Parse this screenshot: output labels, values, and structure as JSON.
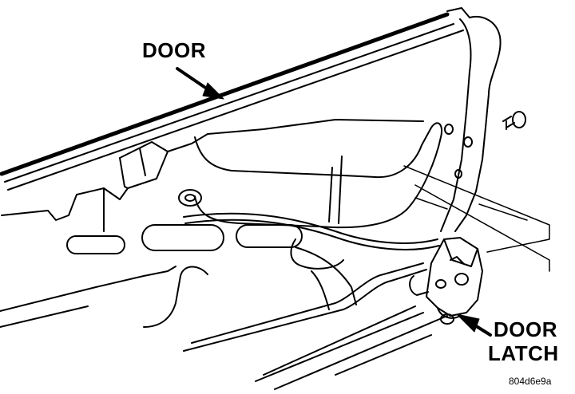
{
  "labels": {
    "door": "DOOR",
    "door_latch_line1": "DOOR",
    "door_latch_line2": "LATCH"
  },
  "figure_code": "804d6e9a",
  "colors": {
    "ink": "#000000",
    "paper": "#ffffff"
  }
}
